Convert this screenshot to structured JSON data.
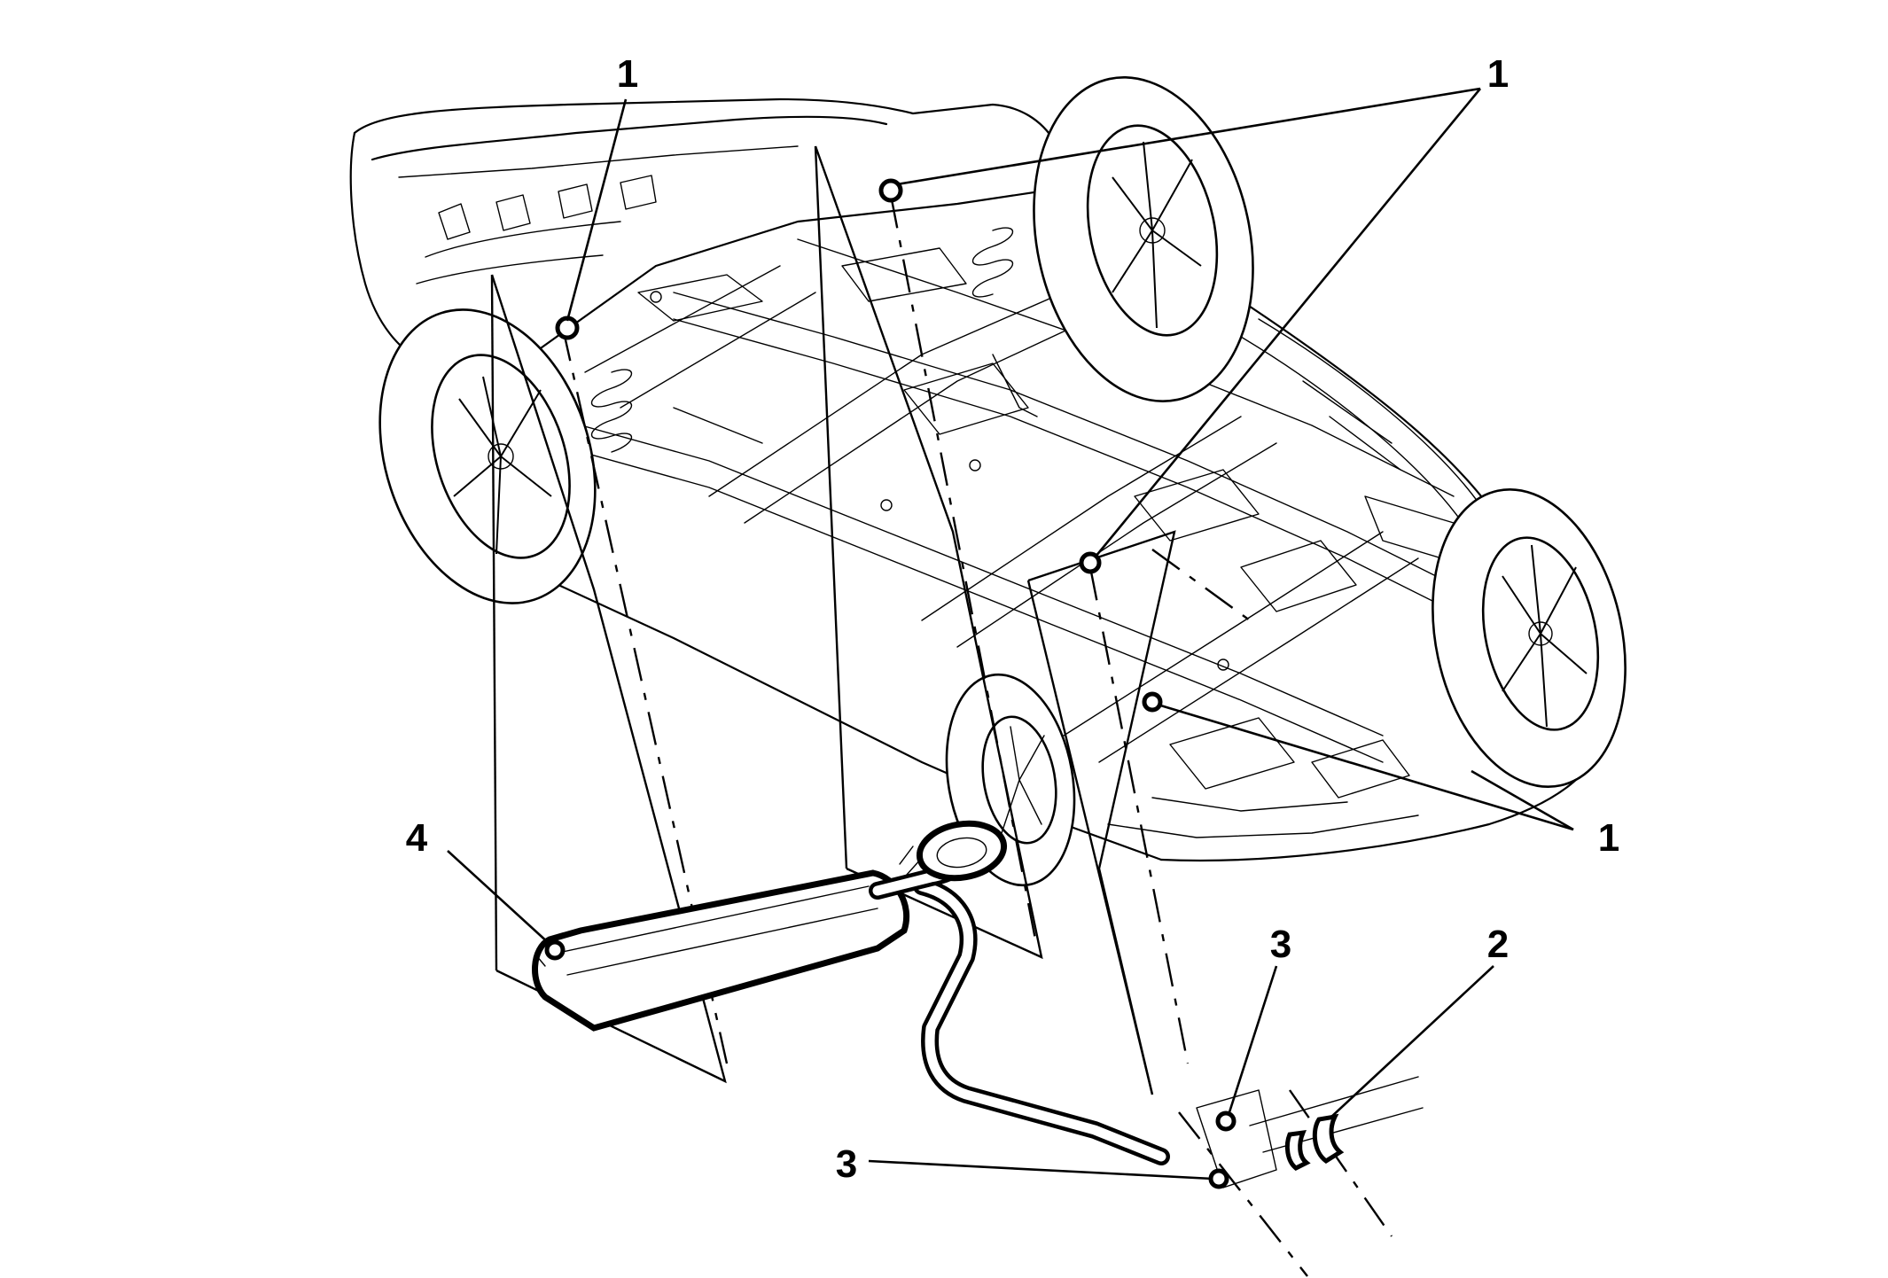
{
  "callouts": [
    {
      "label": "1"
    },
    {
      "label": "1"
    },
    {
      "label": "1"
    },
    {
      "label": "4"
    },
    {
      "label": "3"
    },
    {
      "label": "2"
    },
    {
      "label": "3"
    }
  ]
}
